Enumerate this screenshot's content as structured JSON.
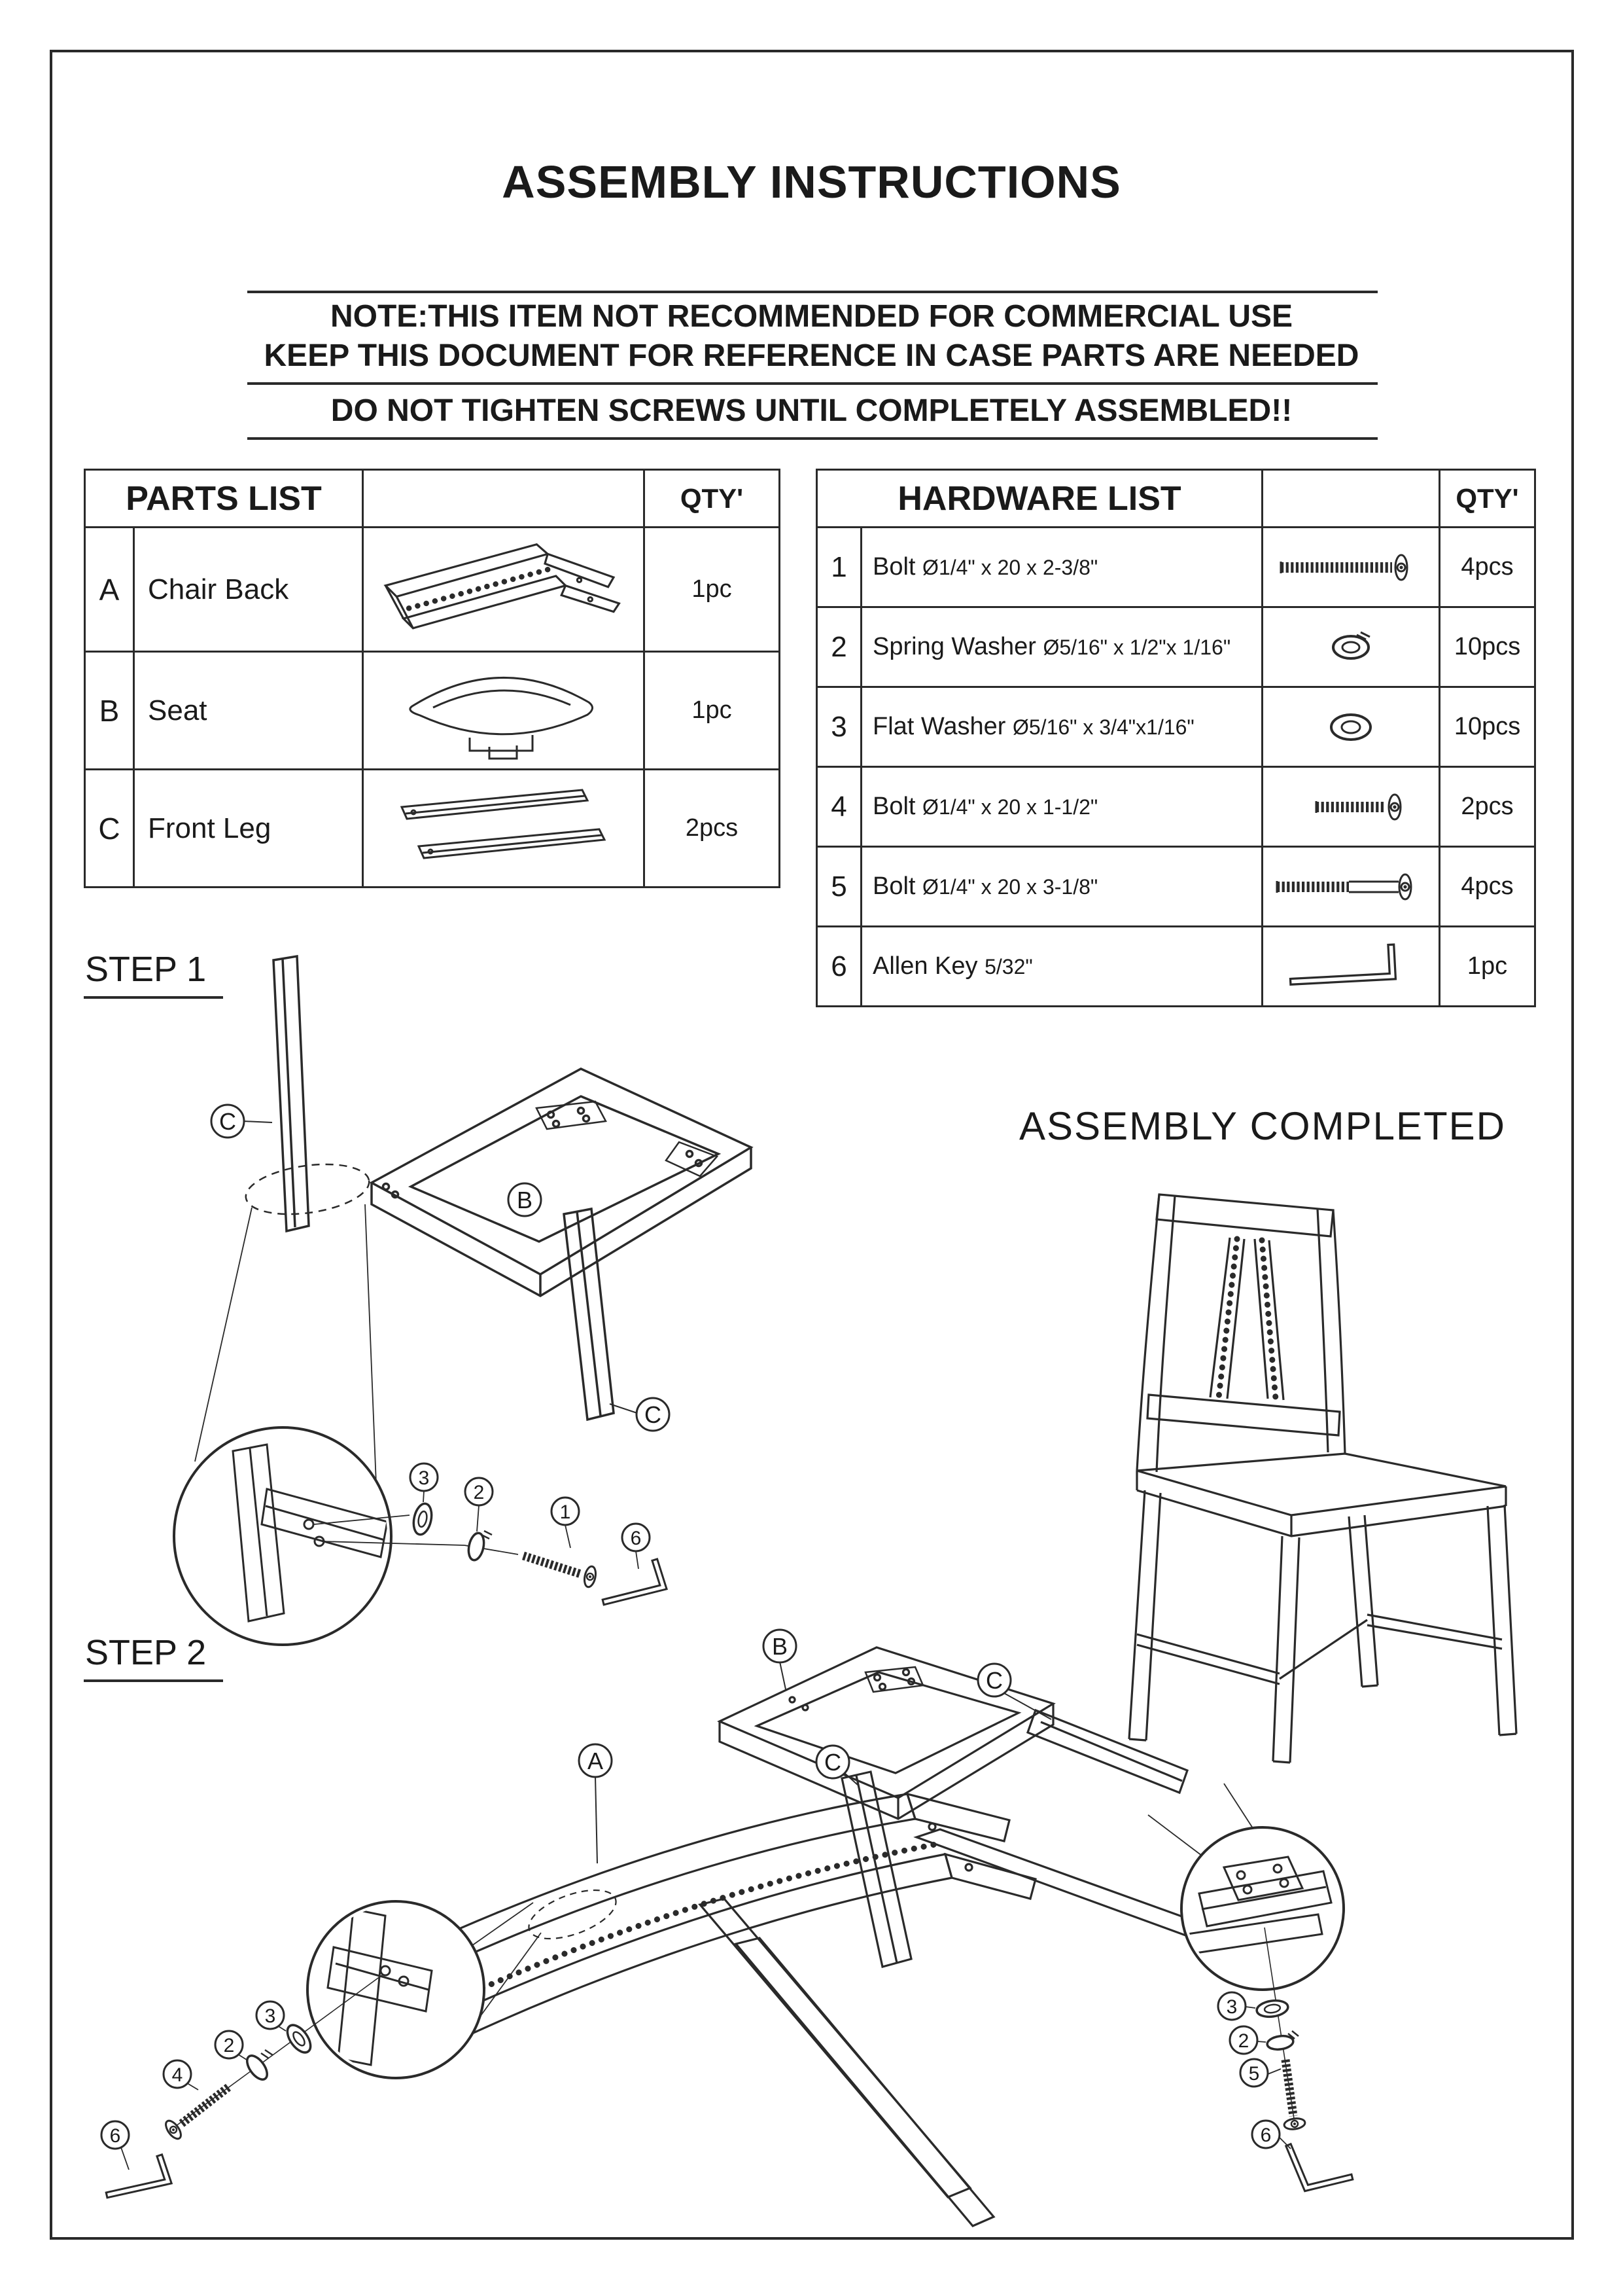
{
  "page": {
    "title": "ASSEMBLY INSTRUCTIONS",
    "note_line1": "NOTE:THIS ITEM NOT RECOMMENDED FOR COMMERCIAL USE",
    "note_line2": "KEEP THIS DOCUMENT FOR REFERENCE IN CASE PARTS ARE NEEDED",
    "warning": "DO NOT TIGHTEN SCREWS UNTIL COMPLETELY ASSEMBLED!!"
  },
  "parts_list": {
    "title": "PARTS LIST",
    "qty_header": "QTY'",
    "rows": [
      {
        "id": "A",
        "name": "Chair Back",
        "qty": "1pc",
        "icon": "chair-back-image"
      },
      {
        "id": "B",
        "name": "Seat",
        "qty": "1pc",
        "icon": "seat-image"
      },
      {
        "id": "C",
        "name": "Front Leg",
        "qty": "2pcs",
        "icon": "front-leg-image"
      }
    ]
  },
  "hardware_list": {
    "title": "HARDWARE LIST",
    "qty_header": "QTY'",
    "rows": [
      {
        "id": "1",
        "name": "Bolt",
        "size": "Ø1/4\" x 20 x 2-3/8\"",
        "qty": "4pcs",
        "icon": "bolt-long-icon"
      },
      {
        "id": "2",
        "name": "Spring Washer",
        "size": "Ø5/16\" x 1/2\"x 1/16\"",
        "qty": "10pcs",
        "icon": "spring-washer-icon"
      },
      {
        "id": "3",
        "name": "Flat Washer",
        "size": "Ø5/16\" x 3/4\"x1/16\"",
        "qty": "10pcs",
        "icon": "flat-washer-icon"
      },
      {
        "id": "4",
        "name": "Bolt",
        "size": "Ø1/4\" x 20 x 1-1/2\"",
        "qty": "2pcs",
        "icon": "bolt-short-icon"
      },
      {
        "id": "5",
        "name": "Bolt",
        "size": "Ø1/4\" x 20 x 3-1/8\"",
        "qty": "4pcs",
        "icon": "bolt-extra-long-icon"
      },
      {
        "id": "6",
        "name": "Allen Key",
        "size": "5/32\"",
        "qty": "1pc",
        "icon": "allen-key-icon"
      }
    ]
  },
  "steps": {
    "step1": {
      "label": "STEP 1",
      "part_labels": {
        "back_leg": "C",
        "seat": "B",
        "front_leg": "C"
      },
      "hardware_labels": {
        "flat_washer": "3",
        "spring_washer": "2",
        "bolt": "1",
        "allen_key": "6"
      }
    },
    "step2": {
      "label": "STEP 2",
      "part_labels": {
        "chair_back": "A",
        "seat": "B",
        "leg_right": "C",
        "leg_center": "C"
      },
      "left_callout": {
        "flat_washer": "3",
        "spring_washer": "2",
        "bolt": "4",
        "allen_key": "6"
      },
      "right_callout": {
        "flat_washer": "3",
        "spring_washer": "2",
        "bolt": "5",
        "allen_key": "6"
      }
    },
    "completed": {
      "label": "ASSEMBLY COMPLETED"
    }
  }
}
